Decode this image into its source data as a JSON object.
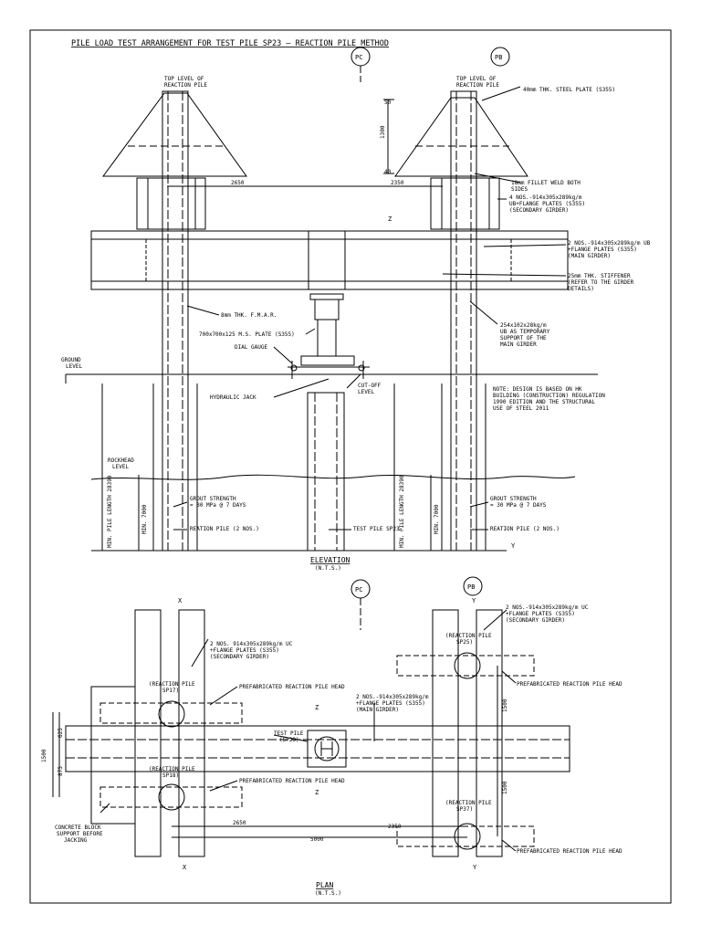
{
  "title": "PILE LOAD TEST ARRANGEMENT FOR TEST PILE SP23 – REACTION PILE METHOD",
  "grid_refs": {
    "pc": "PC",
    "pb": "PB"
  },
  "section_marks": {
    "x": "X",
    "y": "Y",
    "z": "Z"
  },
  "elevation": {
    "heading": "ELEVATION",
    "scale": "(N.T.S.)",
    "top_level_left": [
      "TOP LEVEL OF",
      "REACTION PILE"
    ],
    "top_level_right": [
      "TOP LEVEL OF",
      "REACTION PILE"
    ],
    "steel_plate": "40mm THK. STEEL PLATE (S355)",
    "dim_1300": "1300",
    "dim_50_top": "50",
    "dim_50_bottom": "40",
    "dim_2650": "2650",
    "dim_2350": "2350",
    "fillet_weld": [
      "18mm FILLET WELD BOTH",
      "SIDES"
    ],
    "secondary_girder": [
      "4 NOS.-914x305x289kg/m",
      "UB+FLANGE PLATES (S355)",
      "(SECONDARY GIRDER)"
    ],
    "main_girder": [
      "2 NOS.-914x305x289kg/m UB",
      "+FLANGE PLATES (S355)",
      "(MAIN GIRDER)"
    ],
    "stiffener": [
      "25mm THK. STIFFENER",
      "(REFER TO THE GIRDER",
      "DETAILS)"
    ],
    "temp_support": [
      "254x102x28kg/m",
      "UB AS TEMPORARY",
      "SUPPORT OF THE",
      "MAIN GIRDER"
    ],
    "fmar": "8mm THK. F.M.A.R.",
    "ms_plate": "700x700x125 M.S. PLATE (S355)",
    "dial_gauge": "DIAL GAUGE",
    "hydraulic_jack": "HYDRAULIC JACK",
    "cutoff_level": [
      "CUT-OFF",
      "LEVEL"
    ],
    "ground_level": [
      "GROUND",
      "LEVEL"
    ],
    "rockhead_level": [
      "ROCKHEAD",
      "LEVEL"
    ],
    "pile_length_left": "MIN. PILE LENGTH 28390",
    "pile_length_right": "MIN. PILE LENGTH 28390",
    "min_7000_left": "MIN. 7000",
    "min_7000_right": "MIN. 7000",
    "grout_left": [
      "GROUT STRENGTH",
      "= 30 MPa @ 7 DAYS"
    ],
    "grout_right": [
      "GROUT STRENGTH",
      "= 30 MPa @ 7 DAYS"
    ],
    "reaction_pile_left": "REATION PILE (2 NOS.)",
    "test_pile": "TEST PILE SP23",
    "reaction_pile_right": "REATION PILE (2 NOS.)",
    "note": [
      "NOTE: DESIGN IS BASED ON HK",
      "BUILDING (CONSTRUCTION) REGULATION",
      "1990 EDITION AND THE STRUCTURAL",
      "USE OF STEEL 2011"
    ]
  },
  "plan": {
    "heading": "PLAN",
    "scale": "(N.T.S.)",
    "secondary_left": [
      "2 NOS. 914x305x289kg/m UC",
      "+FLANGE PLATES (S355)",
      "(SECONDARY GIRDER)"
    ],
    "secondary_right": [
      "2 NOS.-914x305x289kg/m UC",
      "+FLANGE PLATES (S355)",
      "(SECONDARY GIRDER)"
    ],
    "main_girder": [
      "2 NOS.-914x305x289kg/m",
      "+FLANGE PLATES (S355)",
      "(MAIN GIRDER)"
    ],
    "reaction_sp17": [
      "(REACTION PILE",
      "SP17)"
    ],
    "reaction_sp18": [
      "(REACTION PILE",
      "SP18)"
    ],
    "reaction_sp25": [
      "(REACTION PILE",
      "SP25)"
    ],
    "reaction_sp37": [
      "(REACTION PILE",
      "SP37)"
    ],
    "prefab_head": "PREFABRICATED REACTION PILE HEAD",
    "test_pile": [
      "TEST PILE",
      "(SP23)"
    ],
    "dim_625": "625",
    "dim_875": "875",
    "dim_1500_left": "1500",
    "dim_1500_right_top": "1500",
    "dim_1500_right_bottom": "1500",
    "dim_2650": "2650",
    "dim_2350": "2350",
    "dim_5000": "5000",
    "concrete_block": [
      "CONCRETE BLOCK",
      "SUPPORT BEFORE",
      "JACKING"
    ]
  }
}
